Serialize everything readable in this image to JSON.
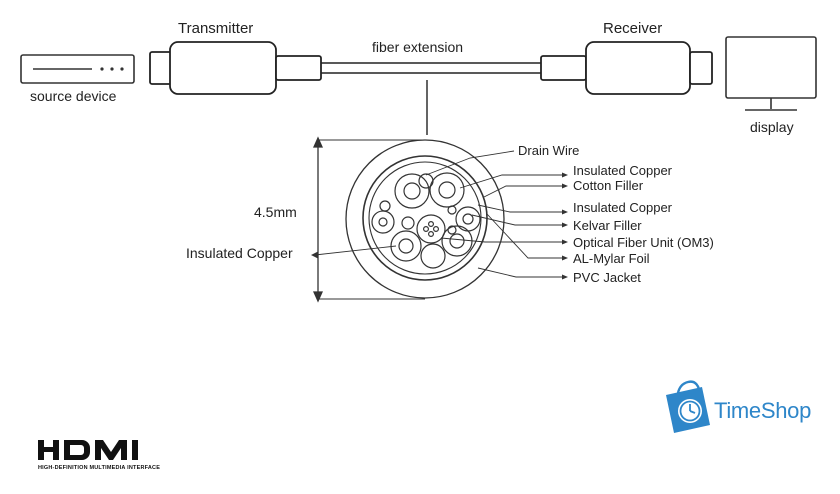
{
  "top": {
    "transmitter": "Transmitter",
    "receiver": "Receiver",
    "extension": "fiber extension",
    "source": "source device",
    "display": "display"
  },
  "cable": {
    "diameter": "4.5mm",
    "left_label": "Insulated Copper",
    "labels": [
      "Drain Wire",
      "Insulated Copper",
      "Cotton Filler",
      "Insulated Copper",
      "Kelvar Filler",
      "Optical Fiber Unit (OM3)",
      "AL-Mylar Foil",
      "PVC Jacket"
    ]
  },
  "logos": {
    "hdmi_sub": "HIGH-DEFINITION MULTIMEDIA INTERFACE",
    "timeshop": "TimeShop"
  },
  "colors": {
    "line": "#222222",
    "brand_blue": "#2e86c9"
  }
}
